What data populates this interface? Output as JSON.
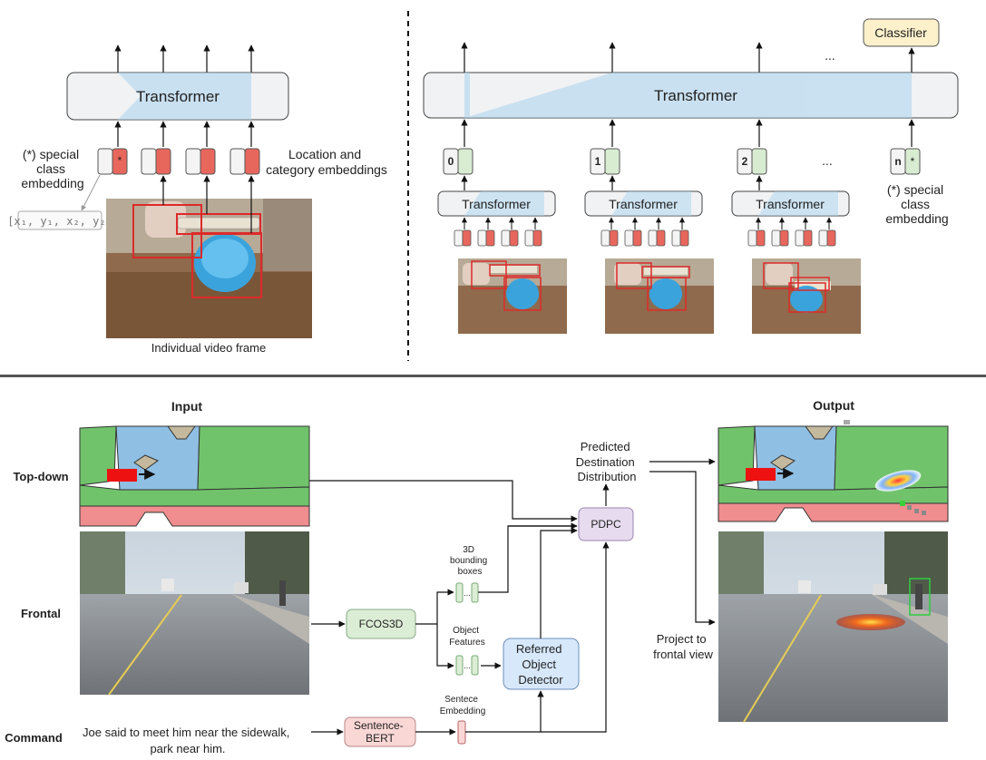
{
  "top_left": {
    "transformer": "Transformer",
    "special_note": [
      "(*) special",
      "class",
      "embedding"
    ],
    "location_note": [
      "Location and",
      "category embeddings"
    ],
    "coords": "[x₁, y₁, x₂, y₂]",
    "frame_caption": "Individual video frame",
    "star": "*"
  },
  "top_right": {
    "classifier": "Classifier",
    "transformer": "Transformer",
    "ellipsis": "...",
    "frame_transformer": "Transformer",
    "tokens": [
      "0",
      "1",
      "2",
      "n"
    ],
    "special_note": [
      "(*) special",
      "class",
      "embedding"
    ],
    "star": "*"
  },
  "bottom": {
    "input_title": "Input",
    "output_title": "Output",
    "row_topdown": "Top-down",
    "row_frontal": "Frontal",
    "row_command": "Command",
    "command_text": [
      "Joe said to meet him near the sidewalk,",
      "park near him."
    ],
    "sentence_bert": [
      "Sentence-",
      "BERT"
    ],
    "sentence_embedding": [
      "Sentece",
      "Embedding"
    ],
    "fcos3d": "FCOS3D",
    "bbox_label": [
      "3D",
      "bounding",
      "boxes"
    ],
    "objfeat_label": [
      "Object",
      "Features"
    ],
    "detector": [
      "Referred",
      "Object",
      "Detector"
    ],
    "pdpc": "PDPC",
    "pred_label": [
      "Predicted",
      "Destination",
      "Distribution"
    ],
    "project_label": [
      "Project to",
      "frontal view"
    ],
    "dots": "..."
  },
  "colors": {
    "transformer_fill": "#f1f2f4",
    "attention_blue": "#a9d3ee",
    "token_red": "#e8675d",
    "token_green": "#d8ecd2",
    "classifier_fill": "#fdf1cc",
    "pdpc_fill": "#e7dcef",
    "detector_fill": "#d7e8fb",
    "fcos_fill": "#dcedd6",
    "bert_fill": "#f9d7d5",
    "map_green": "#71c36b",
    "map_blue": "#8fbfe3",
    "map_pink": "#ef8d8f"
  }
}
